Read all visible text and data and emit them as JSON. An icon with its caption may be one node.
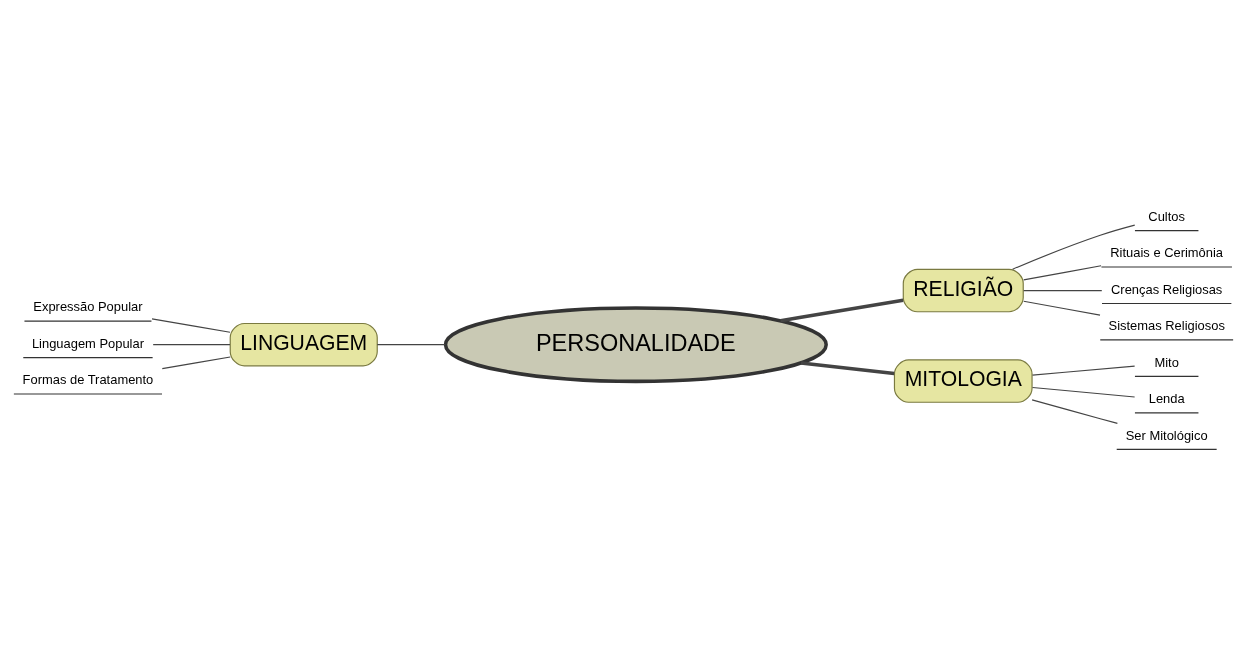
{
  "diagram": {
    "nodes": [
      {
        "text": [
          "PERSONALIDADE"
        ]
      },
      {
        "text": [
          "RELIGIÃO"
        ]
      },
      {
        "text": [
          "Cultos"
        ]
      },
      {
        "text": [
          "Rituais e Cerimônia"
        ]
      },
      {
        "text": [
          "Crenças Religiosas"
        ]
      },
      {
        "text": [
          "Sistemas Religiosos"
        ]
      },
      {
        "text": [
          "LINGUAGEM"
        ]
      },
      {
        "text": [
          "Expressão Popular"
        ]
      },
      {
        "text": [
          "Linguagem Popular"
        ]
      },
      {
        "text": [
          "Formas de Tratamento"
        ]
      },
      {
        "text": [
          "MITOLOGIA"
        ]
      },
      {
        "text": [
          "Mito"
        ]
      },
      {
        "text": [
          "Lenda"
        ]
      },
      {
        "text": [
          "Ser Mitológico"
        ]
      }
    ],
    "edges": [
      {
        "from": 0,
        "to": 1,
        "arrow": "none",
        "style": "thick"
      },
      {
        "from": 1,
        "to": 2,
        "arrow": "none"
      },
      {
        "from": 1,
        "to": 3,
        "arrow": "none"
      },
      {
        "from": 1,
        "to": 4,
        "arrow": "none"
      },
      {
        "from": 1,
        "to": 5,
        "arrow": "none"
      },
      {
        "from": 0,
        "to": 6,
        "arrow": "none"
      },
      {
        "from": 6,
        "to": 7,
        "arrow": "none"
      },
      {
        "from": 6,
        "to": 8,
        "arrow": "none"
      },
      {
        "from": 6,
        "to": 9,
        "arrow": "none"
      },
      {
        "from": 0,
        "to": 10,
        "arrow": "none",
        "style": "thick"
      },
      {
        "from": 10,
        "to": 11,
        "arrow": "none"
      },
      {
        "from": 10,
        "to": 12,
        "arrow": "none"
      },
      {
        "from": 10,
        "to": 13,
        "arrow": "none"
      }
    ]
  }
}
